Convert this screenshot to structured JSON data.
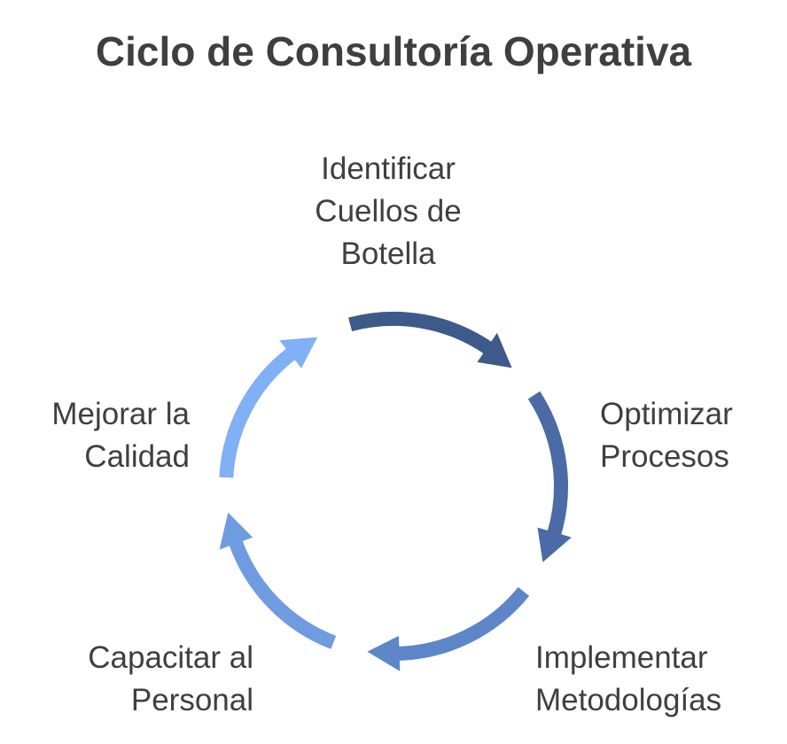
{
  "title": "Ciclo de Consultoría Operativa",
  "steps": [
    {
      "lines": [
        "Identificar",
        "Cuellos de",
        "Botella"
      ],
      "color": "#3d5a8a"
    },
    {
      "lines": [
        "Optimizar",
        "Procesos"
      ],
      "color": "#4a6ba6"
    },
    {
      "lines": [
        "Implementar",
        "Metodologías"
      ],
      "color": "#5d86c8"
    },
    {
      "lines": [
        "Capacitar al",
        "Personal"
      ],
      "color": "#6f9be0"
    },
    {
      "lines": [
        "Mejorar la",
        "Calidad"
      ],
      "color": "#80b0f5"
    }
  ]
}
